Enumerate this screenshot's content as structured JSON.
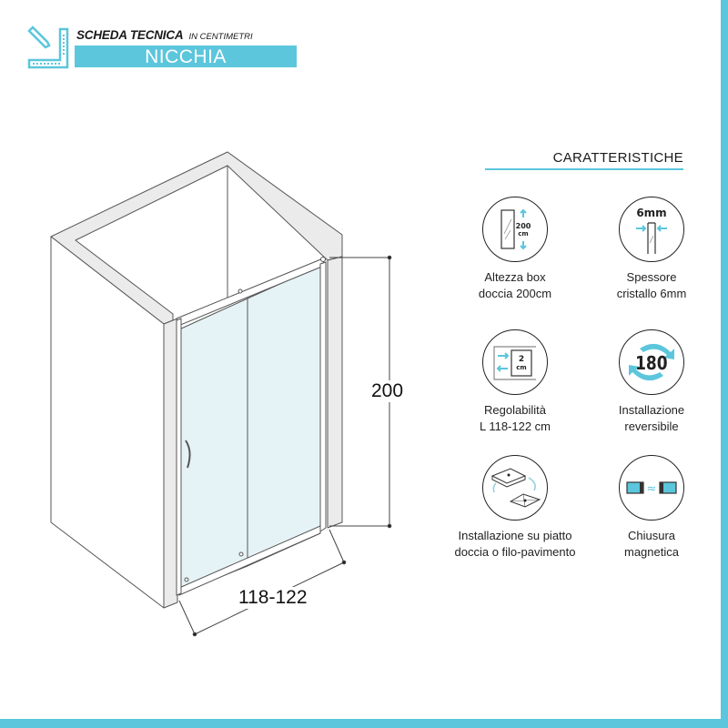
{
  "header": {
    "title": "SCHEDA TECNICA",
    "subtitle": "IN CENTIMETRI",
    "band_label": "NICCHIA",
    "icon": "ruler-pencil-icon"
  },
  "drawing": {
    "height_label": "200",
    "width_label": "118-122",
    "glass_color": "#e6f3f6",
    "wall_color": "#ebebeb"
  },
  "features": {
    "title": "CARATTERISTICHE",
    "items": [
      {
        "icon": "glass-height-icon",
        "line1": "Altezza box",
        "line2": "doccia 200cm",
        "icon_text": "200",
        "icon_text2": "cm"
      },
      {
        "icon": "glass-thickness-icon",
        "line1": "Spessore",
        "line2": "cristallo 6mm",
        "icon_text": "6mm"
      },
      {
        "icon": "adjustable-width-icon",
        "line1": "Regolabilità",
        "line2": "L 118-122 cm",
        "icon_text": "2",
        "icon_text2": "cm"
      },
      {
        "icon": "reversible-180-icon",
        "line1": "Installazione",
        "line2": "reversibile",
        "icon_text": "180"
      },
      {
        "icon": "tray-or-floor-icon",
        "line1": "Installazione su piatto",
        "line2": "doccia o filo-pavimento"
      },
      {
        "icon": "magnetic-closure-icon",
        "line1": "Chiusura",
        "line2": "magnetica",
        "icon_text": "≈"
      }
    ]
  },
  "colors": {
    "accent": "#5bc6dc",
    "line": "#4a4a4a"
  }
}
